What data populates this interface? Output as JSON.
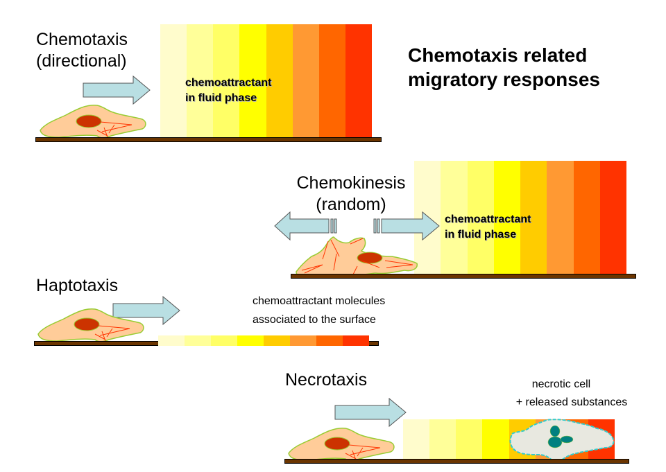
{
  "title": {
    "line1": "Chemotaxis related",
    "line2": "migratory responses"
  },
  "gradient_colors": [
    "#fffccc",
    "#ffff99",
    "#ffff66",
    "#ffff00",
    "#ffcc00",
    "#ff9933",
    "#ff6600",
    "#ff3300"
  ],
  "colors": {
    "arrow_fill": "#b9dfe3",
    "arrow_stroke": "#555555",
    "cell_fill": "#ffcc99",
    "cell_stroke": "#99cc33",
    "nucleus_fill": "#cc3300",
    "filament": "#ff3300",
    "ground": "#6b3500",
    "necrotic_fill": "#e8e8e0",
    "necrotic_stroke": "#33cccc",
    "necrotic_nucleus": "#008080"
  },
  "panels": {
    "chemotaxis": {
      "heading_line1": "Chemotaxis",
      "heading_line2": "(directional)",
      "note_line1": "chemoattractant",
      "note_line2": "in fluid phase",
      "arrow": "right-arrow-icon"
    },
    "chemokinesis": {
      "heading_line1": "Chemokinesis",
      "heading_line2": "(random)",
      "note_line1": "chemoattractant",
      "note_line2": "in fluid phase",
      "arrows": [
        "left-arrow-icon",
        "right-arrow-icon"
      ]
    },
    "haptotaxis": {
      "heading": "Haptotaxis",
      "note_line1": "chemoattractant molecules",
      "note_line2": "associated to the surface",
      "arrow": "right-arrow-icon"
    },
    "necrotaxis": {
      "heading": "Necrotaxis",
      "note_line1": "necrotic cell",
      "note_line2": "+ released substances",
      "arrow": "right-arrow-icon"
    }
  }
}
